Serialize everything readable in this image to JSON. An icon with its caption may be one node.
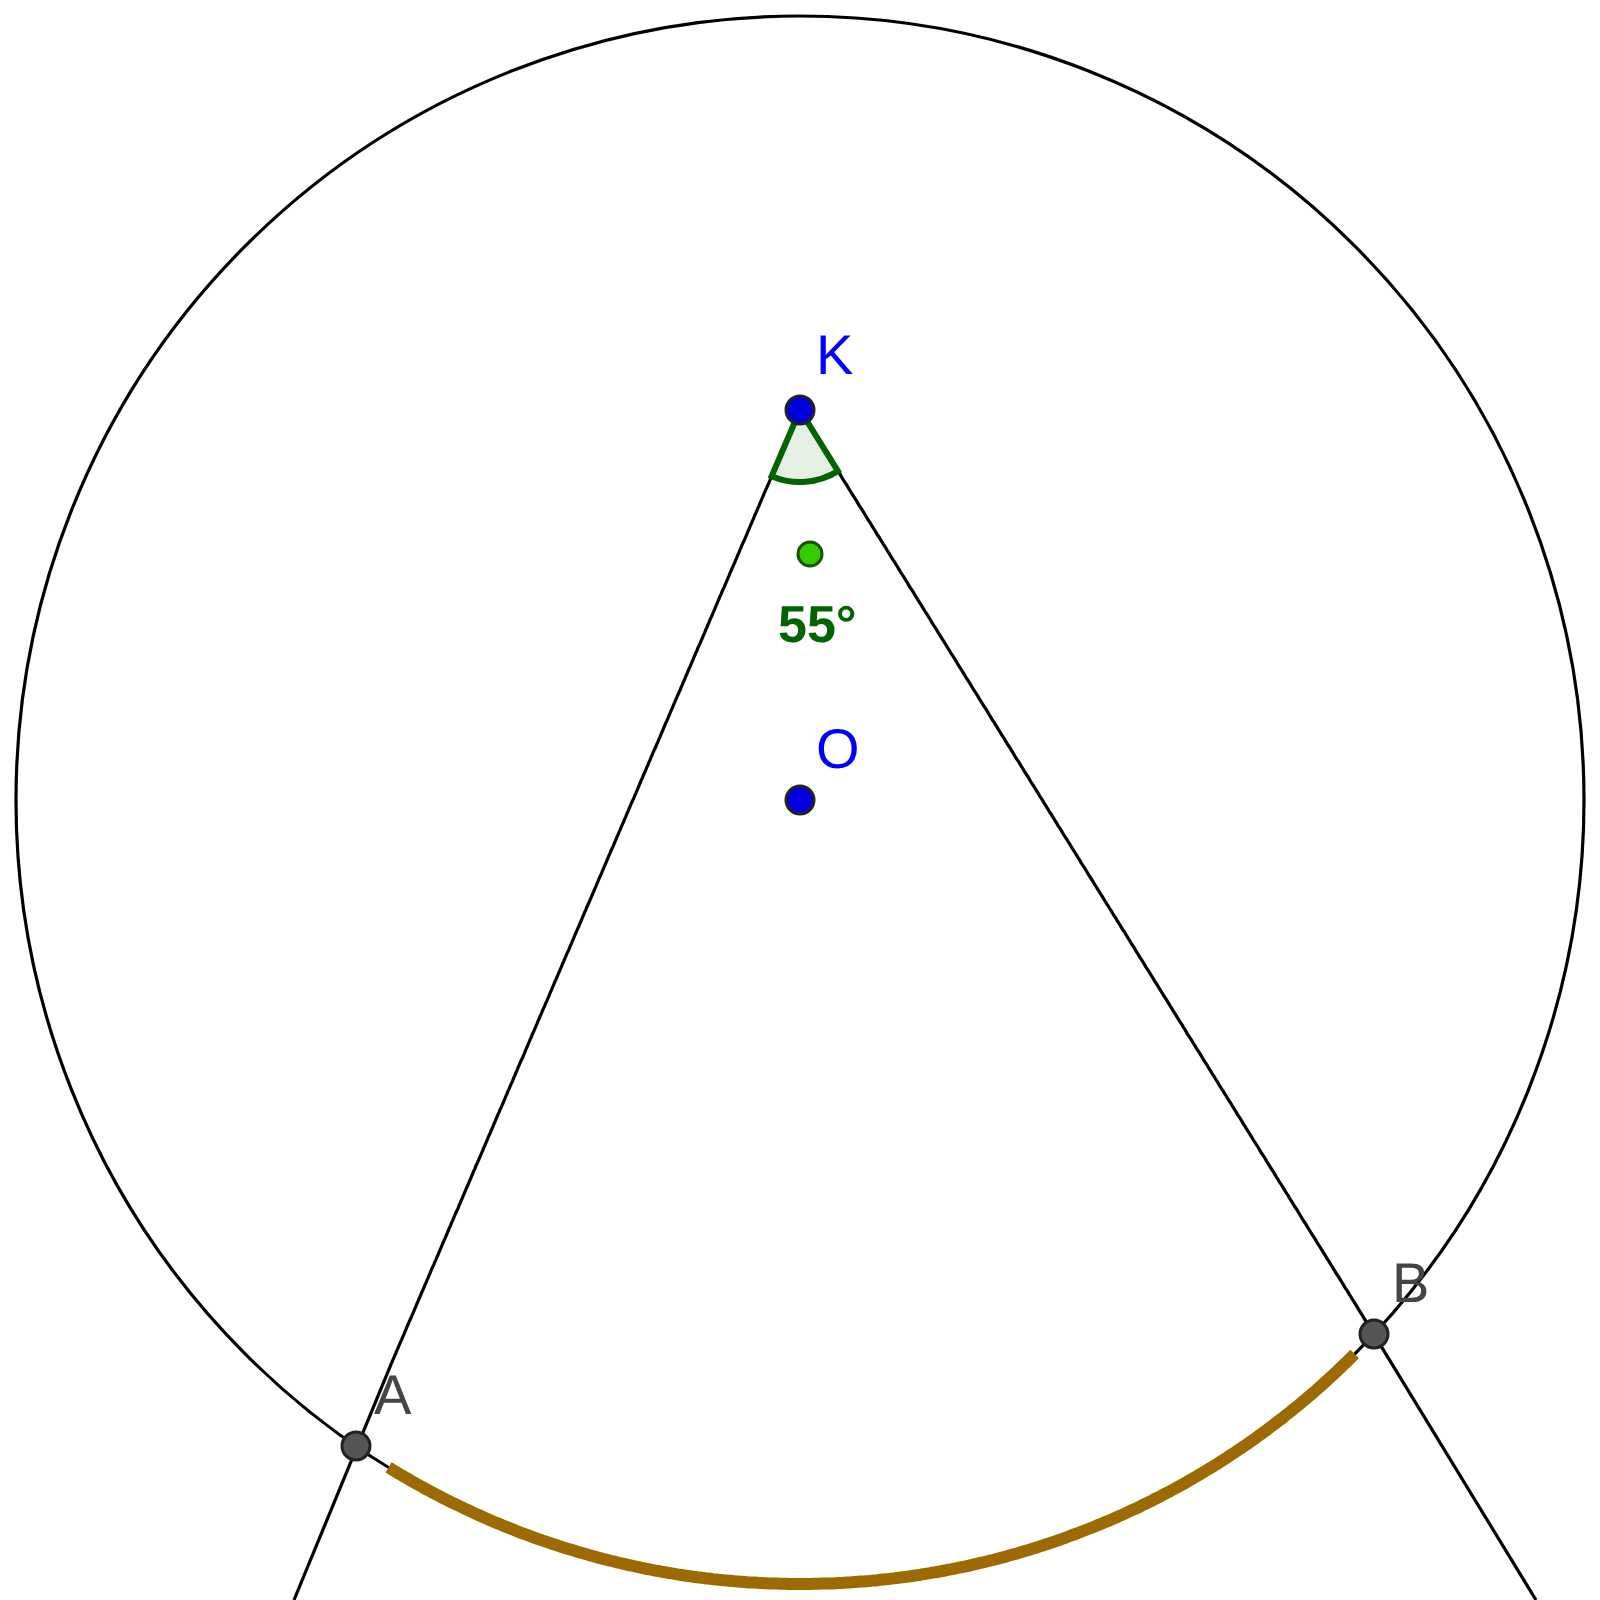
{
  "diagram": {
    "nodes": [
      {
        "text": [
          "K"
        ]
      },
      {
        "text": [
          "O"
        ]
      },
      {
        "text": [
          "A"
        ]
      },
      {
        "text": [
          "B"
        ]
      }
    ],
    "edges": [
      {
        "from": 0,
        "to": 2,
        "arrow": "none"
      },
      {
        "from": 0,
        "to": 3,
        "arrow": "none"
      },
      {
        "from": 2,
        "to": 3,
        "arrow": "none",
        "style": "thick",
        "color": "#9c6a00"
      }
    ],
    "labels": [
      "55°"
    ]
  }
}
